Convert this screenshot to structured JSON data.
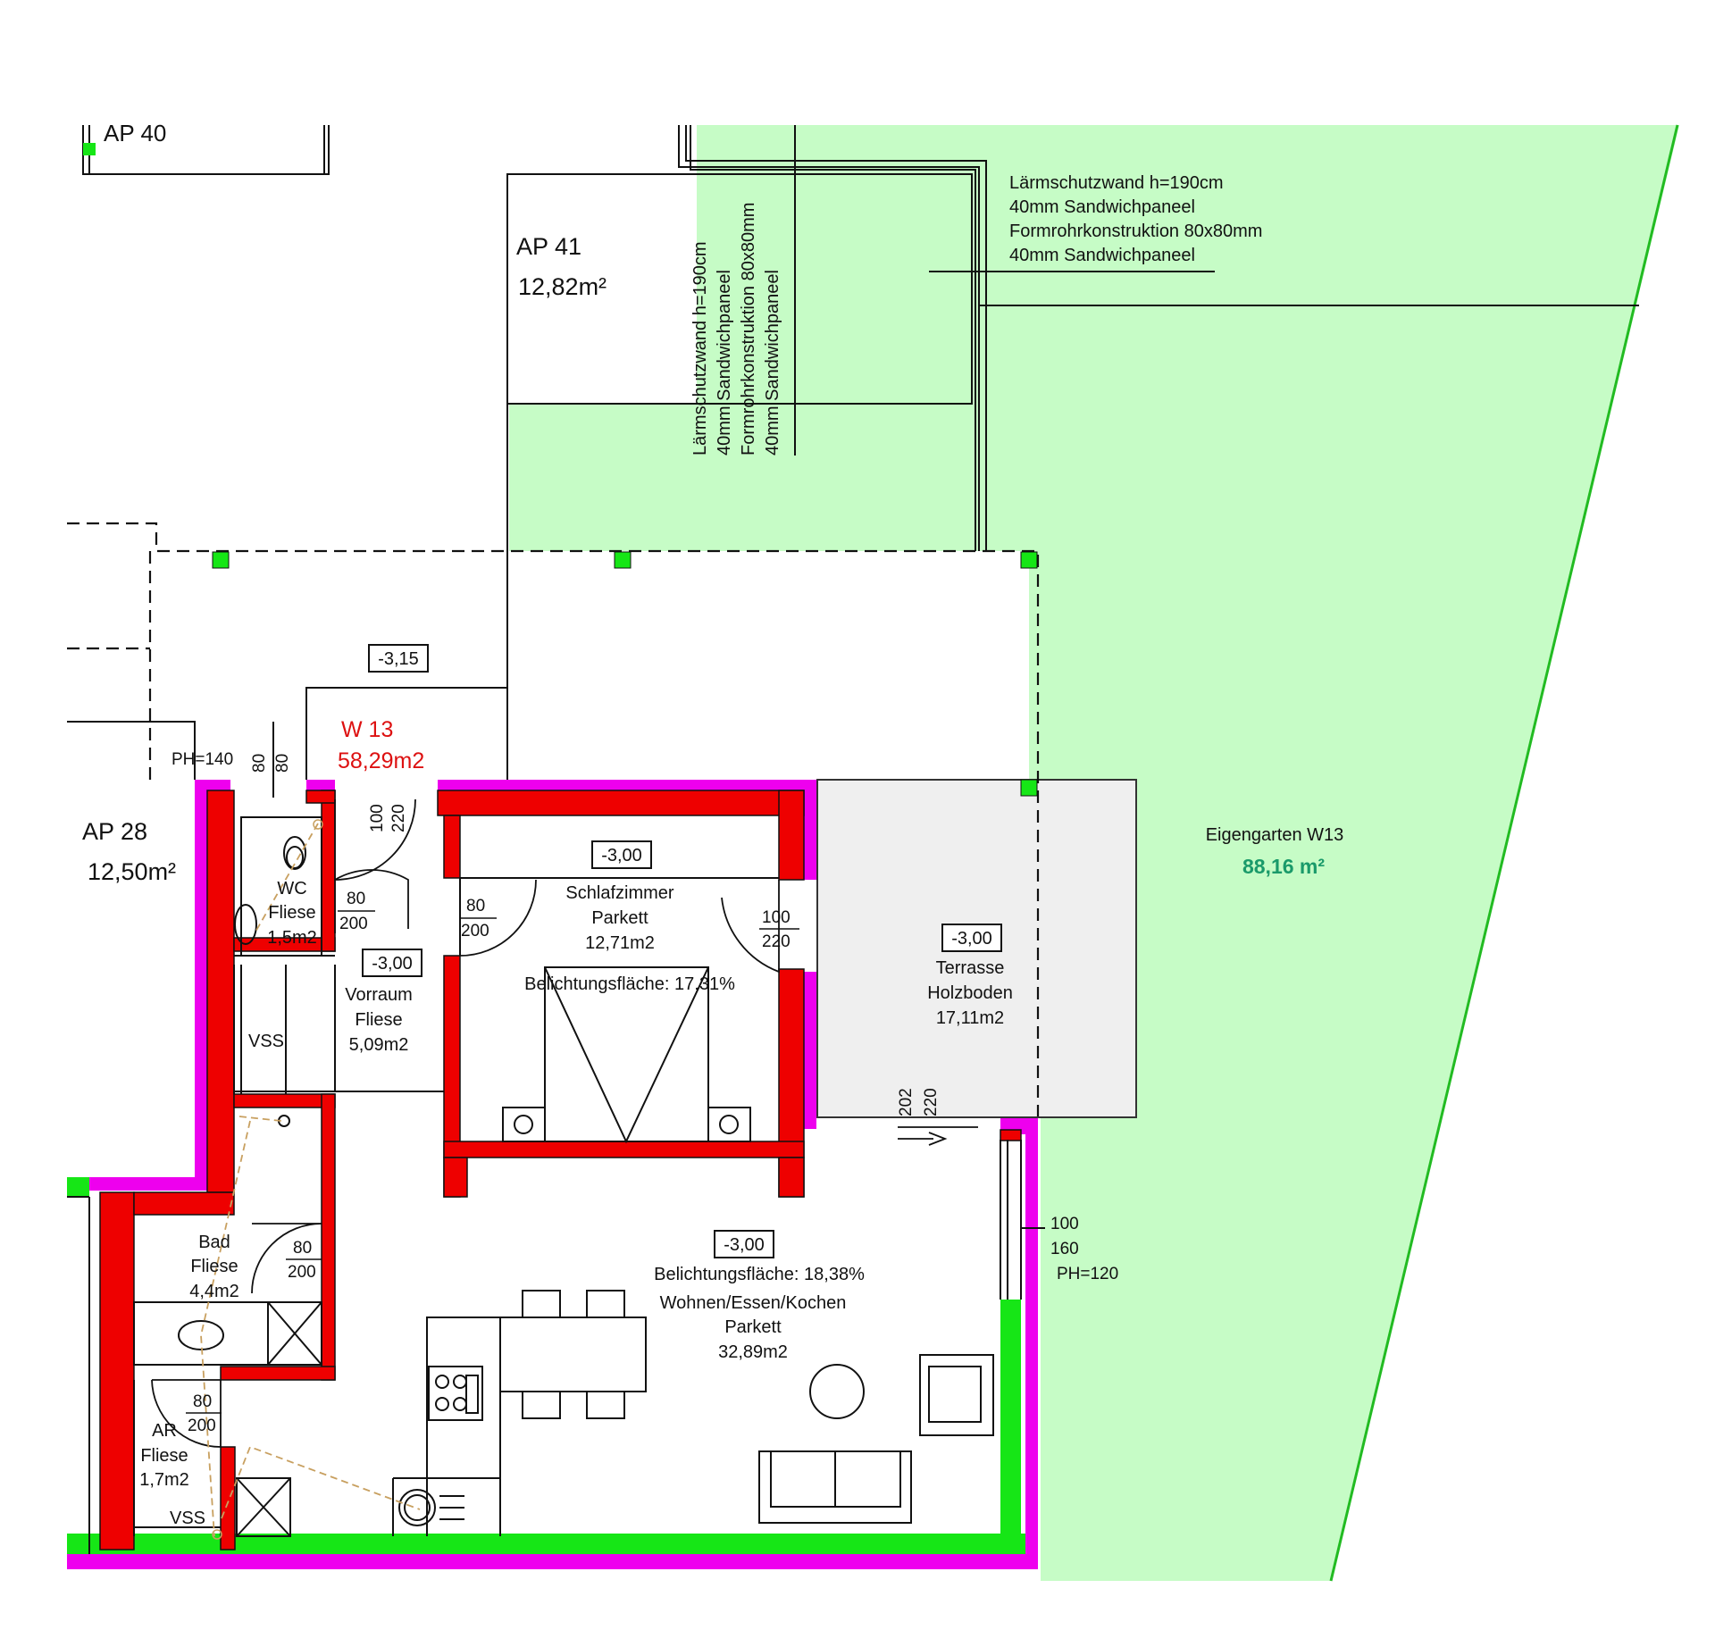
{
  "colors": {
    "garden": "#c6fcc6",
    "wall_red": "#ee0000",
    "insulation_magenta": "#ee00ee",
    "insulation_green": "#16e616",
    "terrace_floor": "#efefef",
    "unit_label": "#dd1111",
    "garden_area": "#1a9a6a"
  },
  "neighbors": {
    "ap40": {
      "label": "AP 40"
    },
    "ap41": {
      "label": "AP 41",
      "area": "12,82m²"
    },
    "ap28": {
      "label": "AP 28",
      "area": "12,50m²"
    }
  },
  "noise_wall_h": [
    "Lärmschutzwand h=190cm",
    "40mm Sandwichpaneel",
    "Formrohrkonstruktion 80x80mm",
    "40mm Sandwichpaneel"
  ],
  "noise_wall_v": [
    "Lärmschutzwand h=190cm",
    "40mm Sandwichpaneel",
    "Formrohrkonstruktion 80x80mm",
    "40mm Sandwichpaneel"
  ],
  "unit": {
    "name": "W 13",
    "area": "58,29m2"
  },
  "levels": {
    "upper": "-3,15",
    "vorraum": "-3,00",
    "schlaf": "-3,00",
    "wohnen": "-3,00",
    "terrasse": "-3,00"
  },
  "rooms": {
    "wc": {
      "name": "WC",
      "floor": "Fliese",
      "area": "1,5m2"
    },
    "vorraum": {
      "name": "Vorraum",
      "floor": "Fliese",
      "area": "5,09m2"
    },
    "vss_top": "VSS",
    "vss_bottom": "VSS",
    "schlaf": {
      "name": "Schlafzimmer",
      "floor": "Parkett",
      "area": "12,71m2",
      "light": "Belichtungsfläche: 17,31%"
    },
    "bad": {
      "name": "Bad",
      "floor": "Fliese",
      "area": "4,4m2"
    },
    "ar": {
      "name": "AR",
      "floor": "Fliese",
      "area": "1,7m2"
    },
    "wohnen": {
      "name": "Wohnen/Essen/Kochen",
      "floor": "Parkett",
      "area": "32,89m2",
      "light": "Belichtungsfläche: 18,38%"
    },
    "terrasse": {
      "name": "Terrasse",
      "floor": "Holzboden",
      "area": "17,11m2"
    }
  },
  "garden": {
    "name": "Eigengarten W13",
    "area": "88,16 m²"
  },
  "dims": {
    "ph140": "PH=140",
    "w80a": "80",
    "w80b": "80",
    "entry_w": "100",
    "entry_h": "220",
    "wc_w": "80",
    "wc_h": "200",
    "schlaf_w": "80",
    "schlaf_h": "200",
    "schlaf_terr_w": "100",
    "schlaf_terr_h": "220",
    "terr_door_w": "202",
    "terr_door_h": "220",
    "bad_w": "80",
    "bad_h": "200",
    "ar_w": "80",
    "ar_h": "200",
    "win_w": "100",
    "win_h": "160",
    "win_ph": "PH=120"
  }
}
